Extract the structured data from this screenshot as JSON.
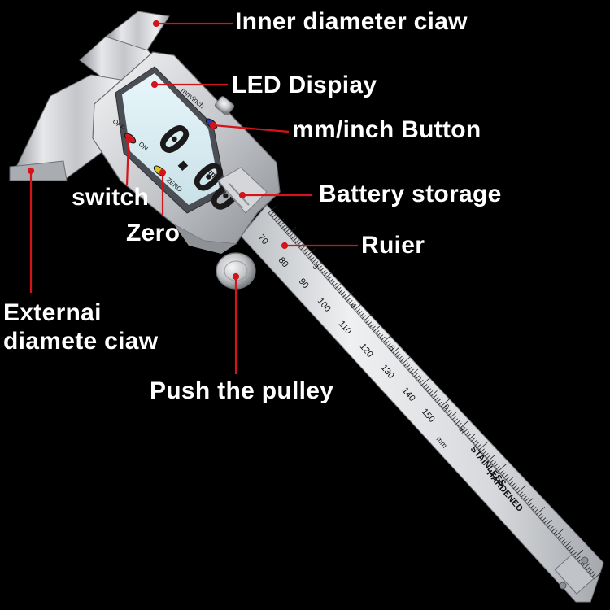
{
  "labels": {
    "inner_claw": "Inner diameter ciaw",
    "led_display": "LED Dispiay",
    "mm_inch_button": "mm/inch Button",
    "switch": "switch",
    "battery": "Battery storage",
    "zero": "Zero",
    "ruler": "Ruier",
    "external_claw_line1": "Externai",
    "external_claw_line2": "diamete ciaw",
    "push_pulley": "Push the pulley"
  },
  "device": {
    "lcd_reading": "0.00",
    "lcd_unit": "mm",
    "unit_label": "mm/inch",
    "off_label": "OFF",
    "on_label": "ON",
    "zero_label": "ZERO",
    "scale_numbers": [
      "70",
      "80",
      "90",
      "100",
      "110",
      "120",
      "130",
      "140",
      "150"
    ],
    "inch_marks": [
      "3",
      "4",
      "5",
      "6"
    ],
    "in_label": "in",
    "mm_label": "mm",
    "stamp_line1": "STAINLESS",
    "stamp_line2": "HARDENED"
  },
  "colors": {
    "background": "#000000",
    "leader_line": "#d4141a",
    "label_text": "#ffffff",
    "steel": "#c9cbcf",
    "lcd": "#d8ecf2",
    "button_blue": "#2a3aa8",
    "button_red": "#cc1f1f",
    "button_yellow": "#e0c21a"
  }
}
